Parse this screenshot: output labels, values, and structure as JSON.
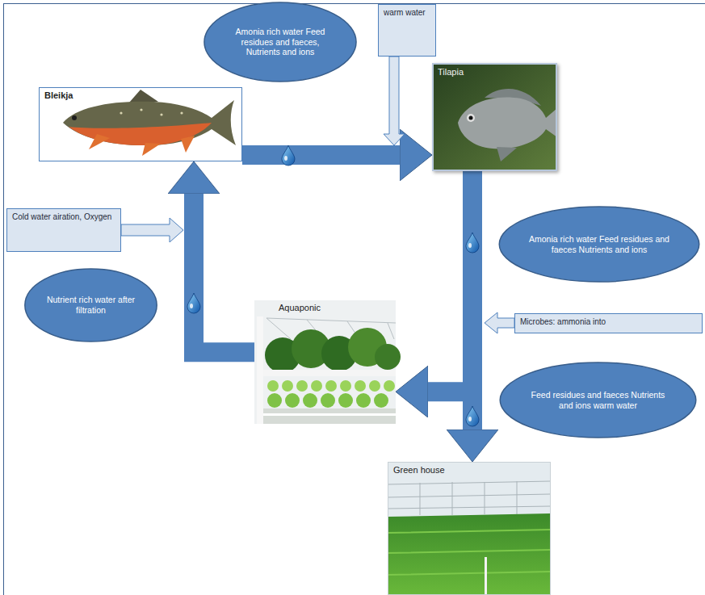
{
  "diagram": {
    "nodes": [
      {
        "text": [
          "Amonia rich water Feed residues and faeces, Nutrients and ions"
        ]
      },
      {
        "text": [
          "warm water"
        ]
      },
      {
        "text": [
          "Bleikja"
        ]
      },
      {
        "text": [
          "Tilapia"
        ]
      },
      {
        "text": [
          "Cold water airation, Oxygen"
        ]
      },
      {
        "text": [
          "Amonia rich water Feed residues and faeces Nutrients and ions"
        ]
      },
      {
        "text": [
          "Nutrient rich water after filtration"
        ]
      },
      {
        "text": [
          "Aquaponic"
        ]
      },
      {
        "text": [
          "Microbes: ammonia into"
        ]
      },
      {
        "text": [
          "Feed residues and faeces Nutrients and ions warm water"
        ]
      },
      {
        "text": [
          "Green house"
        ]
      }
    ],
    "edges": [
      {
        "from": 2,
        "to": 3,
        "arrow": "to"
      },
      {
        "from": 3,
        "to": 7,
        "arrow": "to"
      },
      {
        "from": 3,
        "to": 10,
        "arrow": "to"
      },
      {
        "from": 7,
        "to": 2,
        "arrow": "to"
      }
    ]
  }
}
